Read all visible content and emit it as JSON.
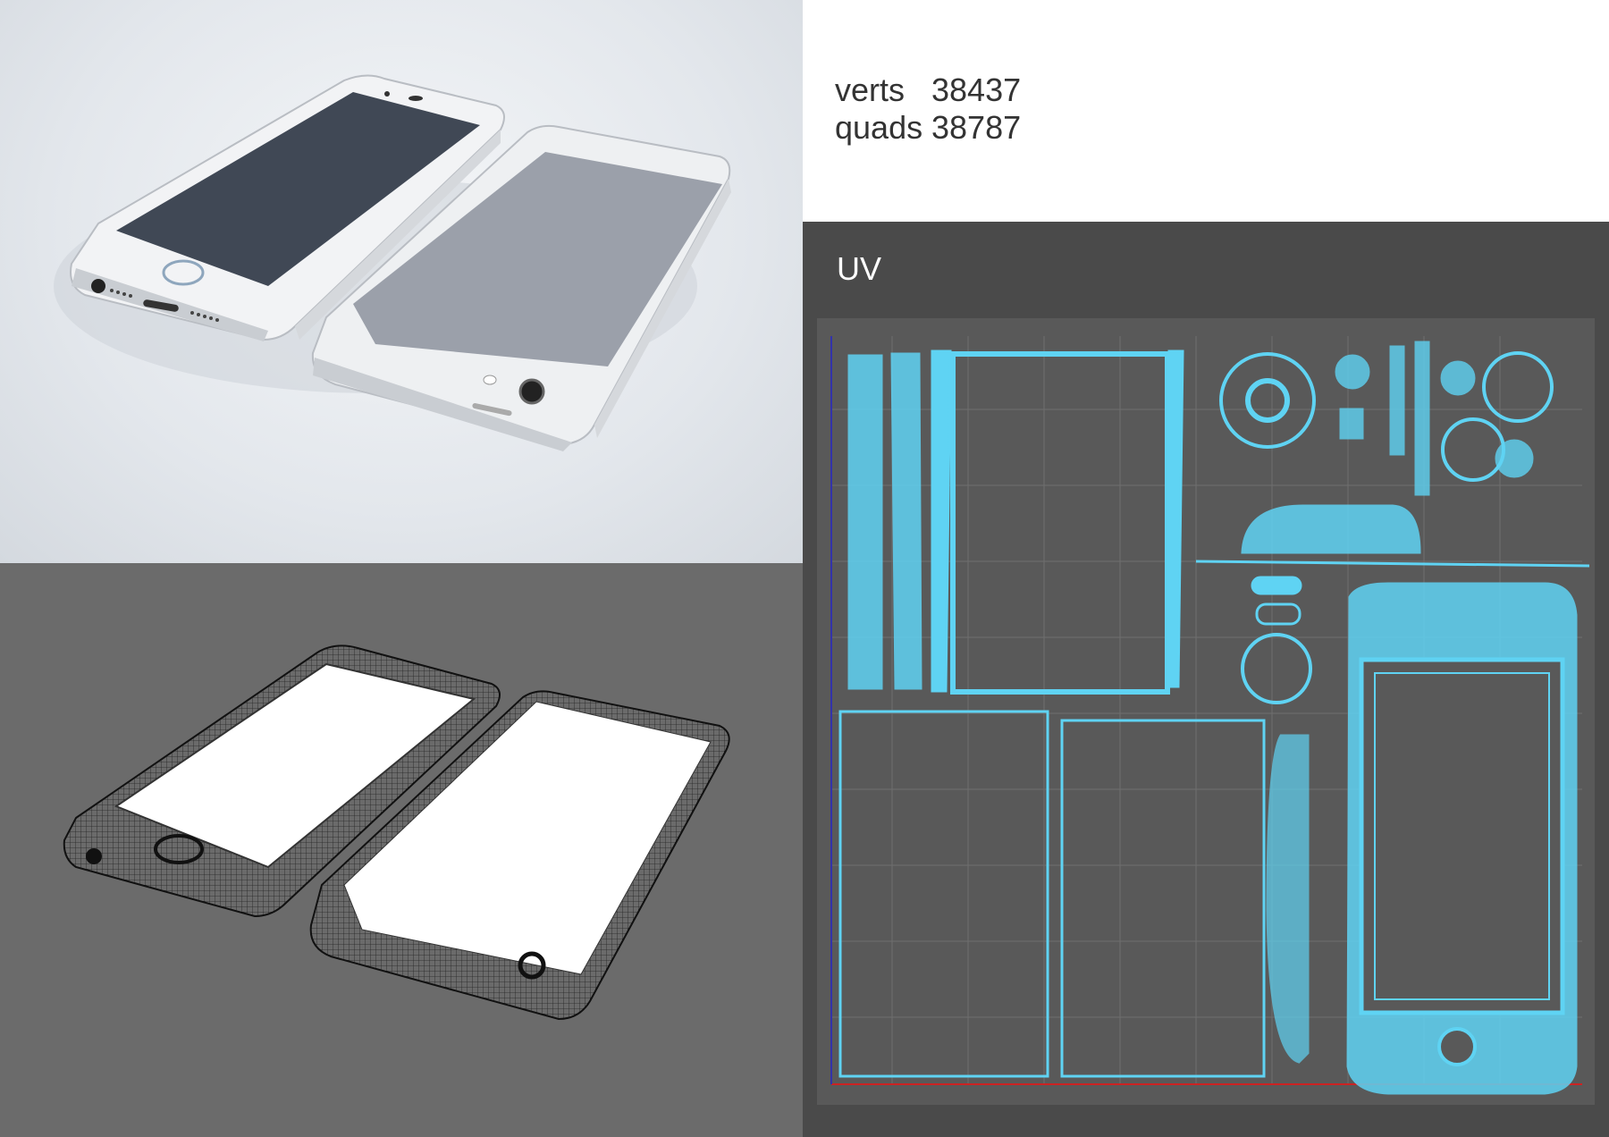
{
  "stats": {
    "verts_label": "verts",
    "verts_value": "38437",
    "quads_label": "quads",
    "quads_value": "38787"
  },
  "uv": {
    "title": "UV"
  },
  "colors": {
    "uv_line": "#5fd3f3",
    "uv_background": "#4a4a4a",
    "uv_grid_bg": "#595959",
    "wire_background": "#6b6b6b",
    "render_background": "#e3e7ec"
  }
}
